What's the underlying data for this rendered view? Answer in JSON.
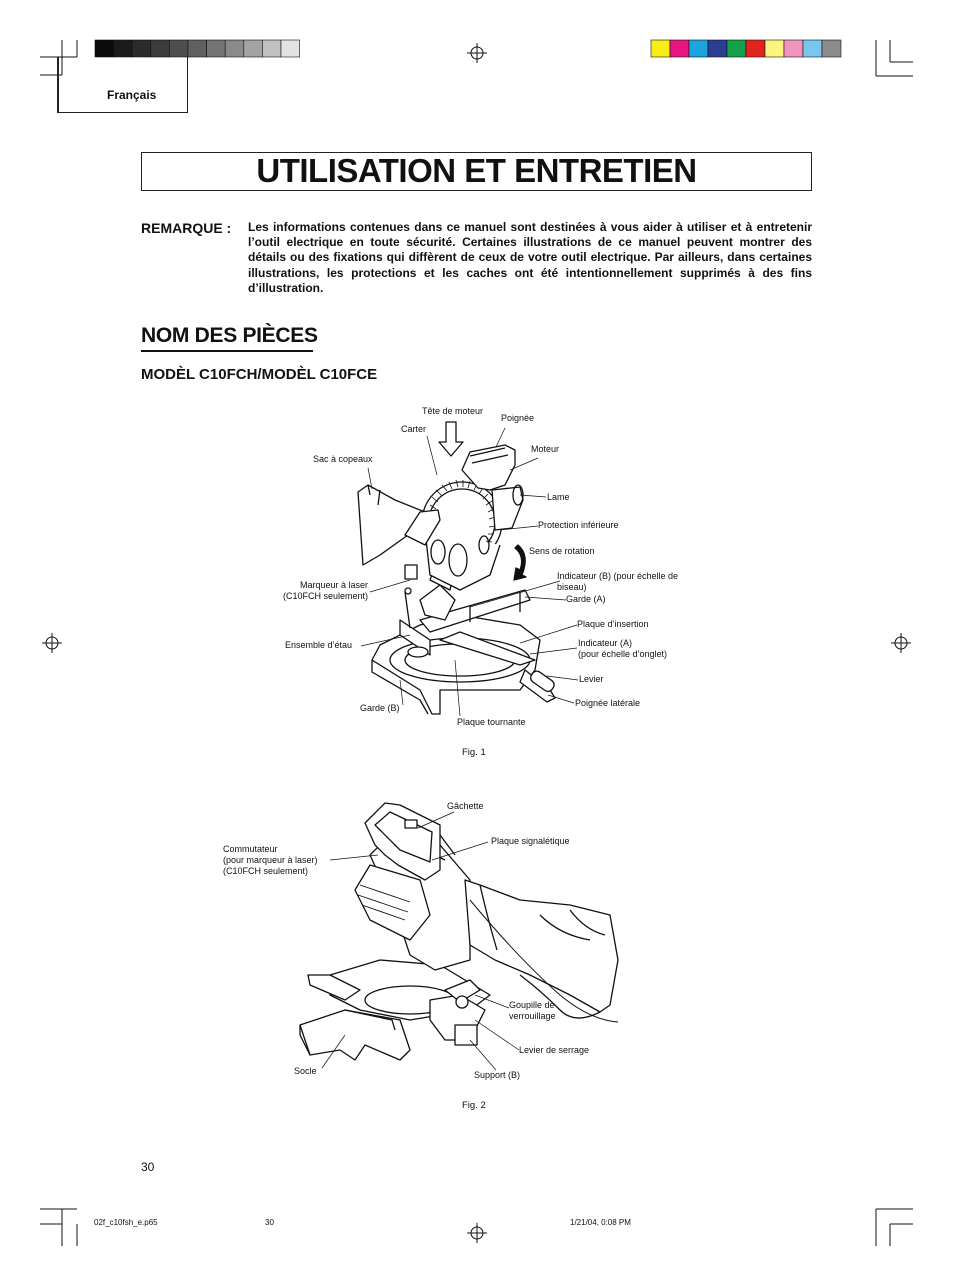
{
  "header": {
    "language": "Français",
    "color_bar_left": [
      "#0b0b0b",
      "#1b1b1b",
      "#2b2b2b",
      "#3c3c3c",
      "#4e4e4e",
      "#606060",
      "#747474",
      "#8a8a8a",
      "#a3a3a3",
      "#c0c0c0",
      "#e2e2e2"
    ],
    "color_bar_right": [
      "#f6ee15",
      "#e7157f",
      "#1aa5df",
      "#2b3e94",
      "#14a04a",
      "#e3231e",
      "#fbf47e",
      "#f094c0",
      "#78c8ee",
      "#8c8c8c"
    ]
  },
  "title": "UTILISATION ET ENTRETIEN",
  "note": {
    "label": "REMARQUE :",
    "text": "Les informations contenues dans ce manuel sont destinées à vous aider à utiliser et à entretenir l’outil electrique en toute sécurité. Certaines illustrations de ce manuel peuvent montrer des détails ou des fixations qui diffèrent de ceux de votre outil electrique. Par ailleurs, dans certaines illustrations, les protections et les caches ont été intentionnellement supprimés à des fins d’illustration."
  },
  "section": {
    "title": "NOM DES PIÈCES",
    "model": "MODÈL C10FCH/MODÈL C10FCE"
  },
  "fig1": {
    "caption": "Fig. 1",
    "labels": {
      "tete_moteur": "Tête de moteur",
      "poignee": "Poignée",
      "carter": "Carter",
      "moteur": "Moteur",
      "sac": "Sac à copeaux",
      "lame": "Lame",
      "protection": "Protection inférieure",
      "sens": "Sens de rotation",
      "indicateur_b_1": "Indicateur (B) (pour échelle de",
      "indicateur_b_2": "biseau)",
      "marqueur_1": "Marqueur à laser",
      "marqueur_2": "(C10FCH seulement)",
      "garde_a": "Garde (A)",
      "plaque_insertion": "Plaque d’insertion",
      "etau": "Ensemble d’étau",
      "indicateur_a_1": "Indicateur (A)",
      "indicateur_a_2": "(pour échelle d’onglet)",
      "levier": "Levier",
      "poignee_laterale": "Poignée latérale",
      "garde_b": "Garde (B)",
      "plaque_tournante": "Plaque tournante"
    }
  },
  "fig2": {
    "caption": "Fig. 2",
    "labels": {
      "gachette": "Gâchette",
      "commutateur_1": "Commutateur",
      "commutateur_2": "(pour marqueur à laser)",
      "commutateur_3": "(C10FCH seulement)",
      "plaque_signal": "Plaque signalétique",
      "goupille_1": "Goupille de",
      "goupille_2": "verrouillage",
      "levier_serrage": "Levier de serrage",
      "socle": "Socle",
      "support_b": "Support (B)"
    }
  },
  "page_number": "30",
  "footer": {
    "file": "02f_c10fsh_e.p65",
    "page": "30",
    "date": "1/21/04, 0:08 PM"
  }
}
